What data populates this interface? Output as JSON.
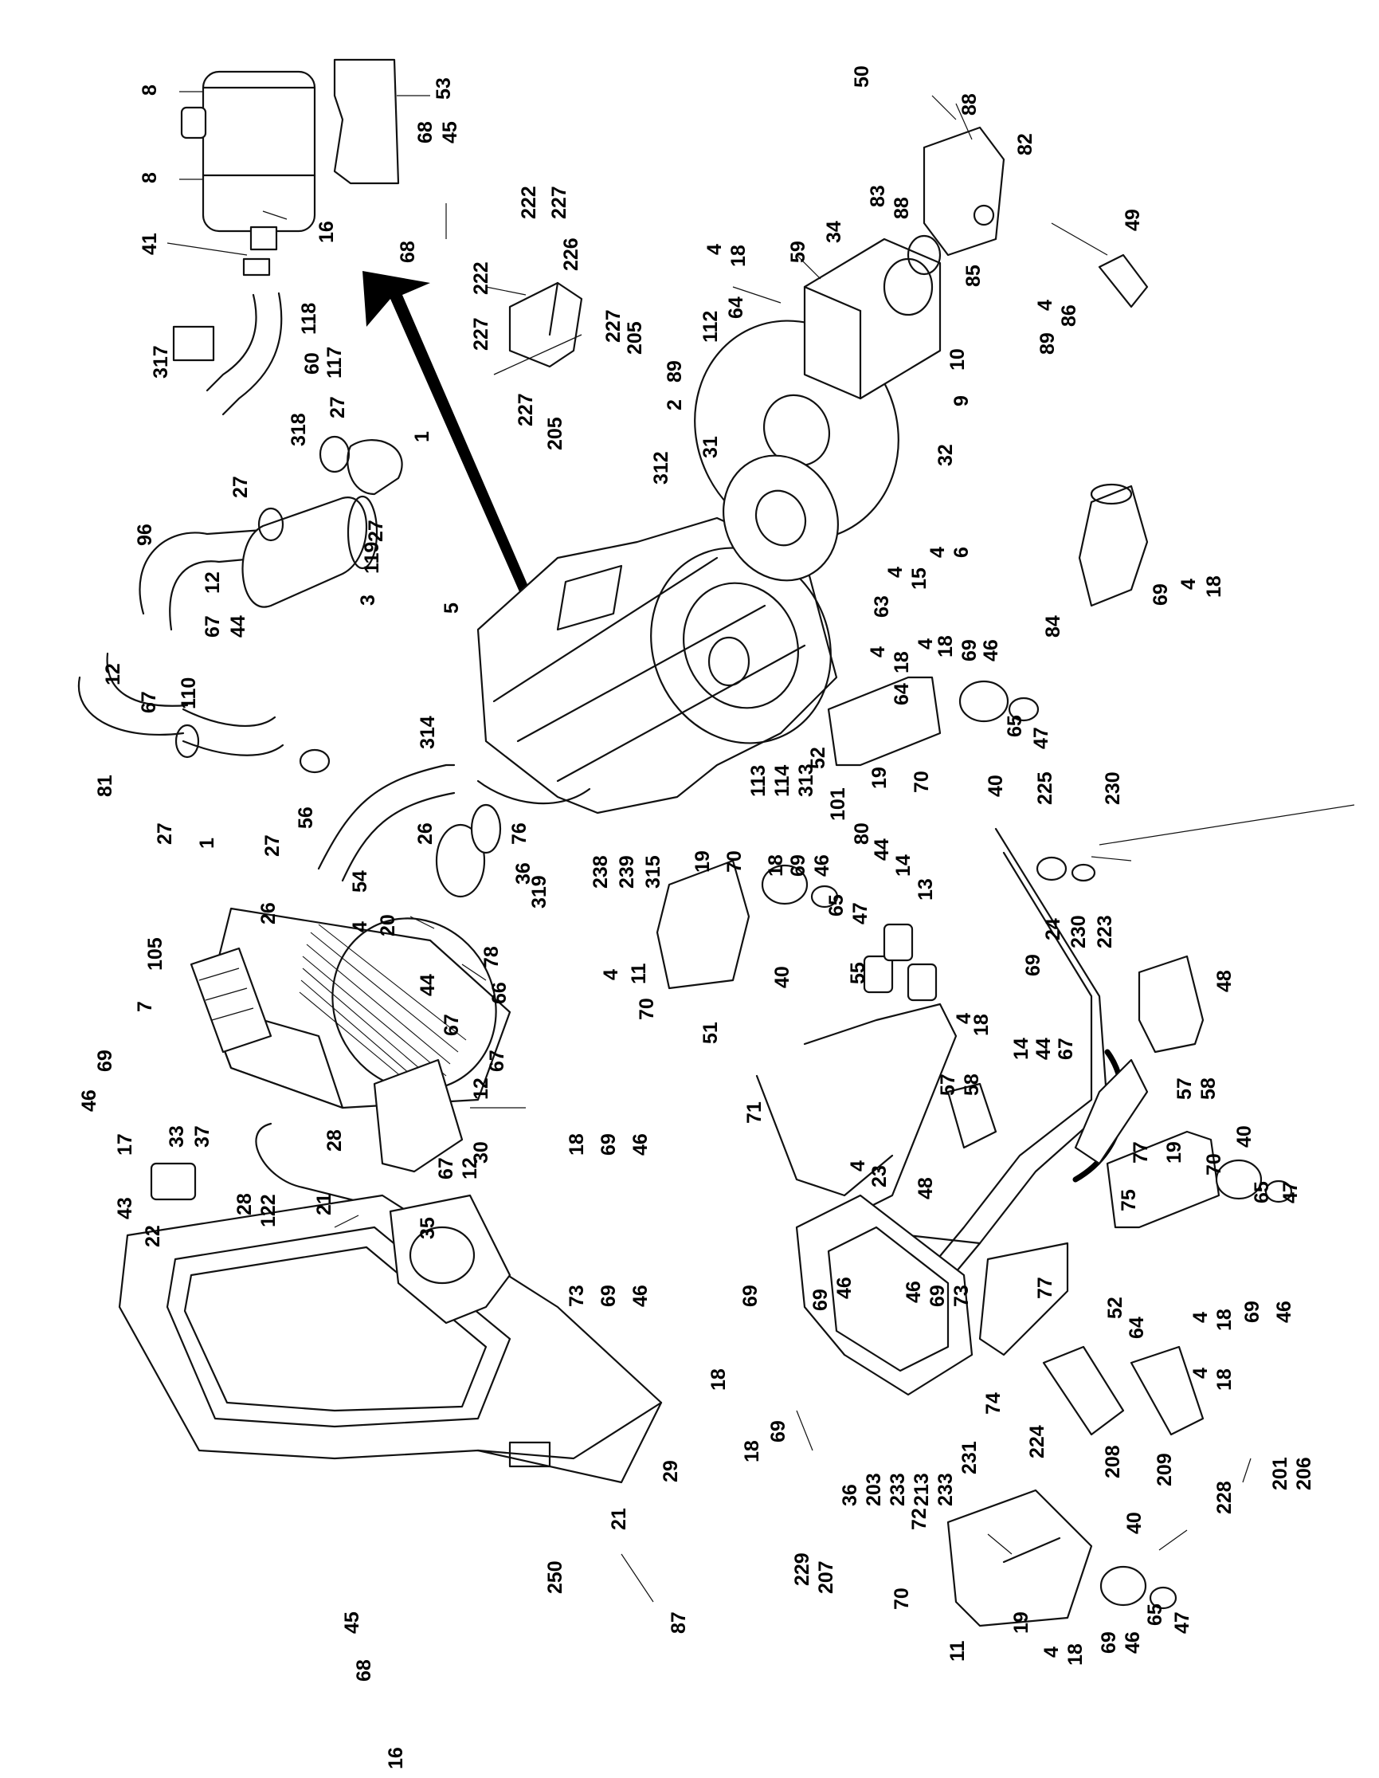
{
  "diagram": {
    "callouts": [
      {
        "text": "8"
      },
      {
        "text": "53"
      },
      {
        "text": "8"
      },
      {
        "text": "68"
      },
      {
        "text": "45"
      },
      {
        "text": "41"
      },
      {
        "text": "16"
      },
      {
        "text": "68"
      },
      {
        "text": "222"
      },
      {
        "text": "227"
      },
      {
        "text": "226"
      },
      {
        "text": "222"
      },
      {
        "text": "227"
      },
      {
        "text": "227"
      },
      {
        "text": "205"
      },
      {
        "text": "227"
      },
      {
        "text": "205"
      },
      {
        "text": "317"
      },
      {
        "text": "60"
      },
      {
        "text": "117"
      },
      {
        "text": "118"
      },
      {
        "text": "318"
      },
      {
        "text": "27"
      },
      {
        "text": "1"
      },
      {
        "text": "27"
      },
      {
        "text": "27"
      },
      {
        "text": "96"
      },
      {
        "text": "12"
      },
      {
        "text": "67"
      },
      {
        "text": "44"
      },
      {
        "text": "3"
      },
      {
        "text": "119"
      },
      {
        "text": "12"
      },
      {
        "text": "67"
      },
      {
        "text": "110"
      },
      {
        "text": "81"
      },
      {
        "text": "27"
      },
      {
        "text": "1"
      },
      {
        "text": "27"
      },
      {
        "text": "56"
      },
      {
        "text": "26"
      },
      {
        "text": "26"
      },
      {
        "text": "54"
      },
      {
        "text": "4"
      },
      {
        "text": "20"
      },
      {
        "text": "76"
      },
      {
        "text": "36"
      },
      {
        "text": "78"
      },
      {
        "text": "319"
      },
      {
        "text": "314"
      },
      {
        "text": "5"
      },
      {
        "text": "312"
      },
      {
        "text": "31"
      },
      {
        "text": "238"
      },
      {
        "text": "239"
      },
      {
        "text": "315"
      },
      {
        "text": "113"
      },
      {
        "text": "114"
      },
      {
        "text": "313"
      },
      {
        "text": "101"
      },
      {
        "text": "80"
      },
      {
        "text": "44"
      },
      {
        "text": "14"
      },
      {
        "text": "13"
      },
      {
        "text": "50"
      },
      {
        "text": "88"
      },
      {
        "text": "82"
      },
      {
        "text": "88"
      },
      {
        "text": "83"
      },
      {
        "text": "34"
      },
      {
        "text": "59"
      },
      {
        "text": "4"
      },
      {
        "text": "18"
      },
      {
        "text": "112"
      },
      {
        "text": "64"
      },
      {
        "text": "89"
      },
      {
        "text": "2"
      },
      {
        "text": "85"
      },
      {
        "text": "4"
      },
      {
        "text": "86"
      },
      {
        "text": "49"
      },
      {
        "text": "89"
      },
      {
        "text": "10"
      },
      {
        "text": "9"
      },
      {
        "text": "32"
      },
      {
        "text": "4"
      },
      {
        "text": "6"
      },
      {
        "text": "4"
      },
      {
        "text": "15"
      },
      {
        "text": "63"
      },
      {
        "text": "84"
      },
      {
        "text": "69"
      },
      {
        "text": "4"
      },
      {
        "text": "18"
      },
      {
        "text": "4"
      },
      {
        "text": "18"
      },
      {
        "text": "4"
      },
      {
        "text": "18"
      },
      {
        "text": "69"
      },
      {
        "text": "46"
      },
      {
        "text": "64"
      },
      {
        "text": "52"
      },
      {
        "text": "65"
      },
      {
        "text": "47"
      },
      {
        "text": "19"
      },
      {
        "text": "70"
      },
      {
        "text": "40"
      },
      {
        "text": "225"
      },
      {
        "text": "230"
      },
      {
        "text": "24"
      },
      {
        "text": "230"
      },
      {
        "text": "223"
      },
      {
        "text": "19"
      },
      {
        "text": "70"
      },
      {
        "text": "18"
      },
      {
        "text": "69"
      },
      {
        "text": "46"
      },
      {
        "text": "65"
      },
      {
        "text": "47"
      },
      {
        "text": "40"
      },
      {
        "text": "4"
      },
      {
        "text": "11"
      },
      {
        "text": "70"
      },
      {
        "text": "51"
      },
      {
        "text": "55"
      },
      {
        "text": "69"
      },
      {
        "text": "18"
      },
      {
        "text": "4"
      },
      {
        "text": "14"
      },
      {
        "text": "44"
      },
      {
        "text": "67"
      },
      {
        "text": "48"
      },
      {
        "text": "57"
      },
      {
        "text": "58"
      },
      {
        "text": "57"
      },
      {
        "text": "58"
      },
      {
        "text": "48"
      },
      {
        "text": "4"
      },
      {
        "text": "23"
      },
      {
        "text": "71"
      },
      {
        "text": "77"
      },
      {
        "text": "75"
      },
      {
        "text": "19"
      },
      {
        "text": "70"
      },
      {
        "text": "40"
      },
      {
        "text": "65"
      },
      {
        "text": "47"
      },
      {
        "text": "52"
      },
      {
        "text": "64"
      },
      {
        "text": "4"
      },
      {
        "text": "18"
      },
      {
        "text": "69"
      },
      {
        "text": "46"
      },
      {
        "text": "4"
      },
      {
        "text": "18"
      },
      {
        "text": "77"
      },
      {
        "text": "74"
      },
      {
        "text": "224"
      },
      {
        "text": "208"
      },
      {
        "text": "209"
      },
      {
        "text": "228"
      },
      {
        "text": "201"
      },
      {
        "text": "206"
      },
      {
        "text": "105"
      },
      {
        "text": "7"
      },
      {
        "text": "69"
      },
      {
        "text": "46"
      },
      {
        "text": "44"
      },
      {
        "text": "67"
      },
      {
        "text": "66"
      },
      {
        "text": "67"
      },
      {
        "text": "12"
      },
      {
        "text": "30"
      },
      {
        "text": "28"
      },
      {
        "text": "67"
      },
      {
        "text": "12"
      },
      {
        "text": "17"
      },
      {
        "text": "33"
      },
      {
        "text": "37"
      },
      {
        "text": "43"
      },
      {
        "text": "22"
      },
      {
        "text": "28"
      },
      {
        "text": "122"
      },
      {
        "text": "21"
      },
      {
        "text": "35"
      },
      {
        "text": "18"
      },
      {
        "text": "69"
      },
      {
        "text": "46"
      },
      {
        "text": "73"
      },
      {
        "text": "69"
      },
      {
        "text": "46"
      },
      {
        "text": "29"
      },
      {
        "text": "21"
      },
      {
        "text": "87"
      },
      {
        "text": "250"
      },
      {
        "text": "45"
      },
      {
        "text": "68"
      },
      {
        "text": "16"
      },
      {
        "text": "18"
      },
      {
        "text": "69"
      },
      {
        "text": "69"
      },
      {
        "text": "46"
      },
      {
        "text": "46"
      },
      {
        "text": "69"
      },
      {
        "text": "73"
      },
      {
        "text": "18"
      },
      {
        "text": "69"
      },
      {
        "text": "36"
      },
      {
        "text": "203"
      },
      {
        "text": "233"
      },
      {
        "text": "213"
      },
      {
        "text": "233"
      },
      {
        "text": "231"
      },
      {
        "text": "229"
      },
      {
        "text": "207"
      },
      {
        "text": "72"
      },
      {
        "text": "19"
      },
      {
        "text": "70"
      },
      {
        "text": "11"
      },
      {
        "text": "40"
      },
      {
        "text": "65"
      },
      {
        "text": "47"
      },
      {
        "text": "4"
      },
      {
        "text": "18"
      },
      {
        "text": "69"
      },
      {
        "text": "46"
      }
    ]
  }
}
